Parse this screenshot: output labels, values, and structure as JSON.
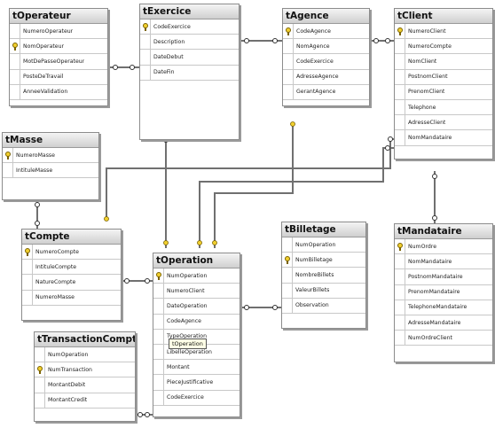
{
  "tables": [
    {
      "id": "toperateur",
      "name": "tOperateur",
      "fields": [
        {
          "label": "NumeroOperateur",
          "pk": false
        },
        {
          "label": "NomOperateur",
          "pk": true
        },
        {
          "label": "MotDePasseOperateur",
          "pk": false
        },
        {
          "label": "PosteDeTravail",
          "pk": false
        },
        {
          "label": "AnneeValidation",
          "pk": false
        }
      ]
    },
    {
      "id": "texercice",
      "name": "tExercice",
      "fields": [
        {
          "label": "CodeExercice",
          "pk": true
        },
        {
          "label": "Description",
          "pk": false
        },
        {
          "label": "DateDebut",
          "pk": false
        },
        {
          "label": "DateFin",
          "pk": false
        }
      ]
    },
    {
      "id": "tagence",
      "name": "tAgence",
      "fields": [
        {
          "label": "CodeAgence",
          "pk": true
        },
        {
          "label": "NomAgence",
          "pk": false
        },
        {
          "label": "CodeExercice",
          "pk": false
        },
        {
          "label": "AdresseAgence",
          "pk": false
        },
        {
          "label": "GerantAgence",
          "pk": false
        }
      ]
    },
    {
      "id": "tclient",
      "name": "tClient",
      "fields": [
        {
          "label": "NumeroClient",
          "pk": true
        },
        {
          "label": "NumeroCompte",
          "pk": false
        },
        {
          "label": "NomClient",
          "pk": false
        },
        {
          "label": "PostnomClient",
          "pk": false
        },
        {
          "label": "PrenomClient",
          "pk": false
        },
        {
          "label": "Telephone",
          "pk": false
        },
        {
          "label": "AdresseClient",
          "pk": false
        },
        {
          "label": "NomMandataire",
          "pk": false
        }
      ]
    },
    {
      "id": "tmasse",
      "name": "tMasse",
      "fields": [
        {
          "label": "NumeroMasse",
          "pk": true
        },
        {
          "label": "IntituleMasse",
          "pk": false
        }
      ]
    },
    {
      "id": "tcompte",
      "name": "tCompte",
      "fields": [
        {
          "label": "NumeroCompte",
          "pk": true
        },
        {
          "label": "IntituleCompte",
          "pk": false
        },
        {
          "label": "NatureCompte",
          "pk": false
        },
        {
          "label": "NumeroMasse",
          "pk": false
        }
      ]
    },
    {
      "id": "toperation",
      "name": "tOperation",
      "fields": [
        {
          "label": "NumOperation",
          "pk": true
        },
        {
          "label": "NumeroClient",
          "pk": false
        },
        {
          "label": "DateOperation",
          "pk": false
        },
        {
          "label": "CodeAgence",
          "pk": false
        },
        {
          "label": "TypeOperation",
          "pk": false
        },
        {
          "label": "LibelleOperation",
          "pk": false
        },
        {
          "label": "Montant",
          "pk": false
        },
        {
          "label": "PieceJustificative",
          "pk": false
        },
        {
          "label": "CodeExercice",
          "pk": false
        }
      ]
    },
    {
      "id": "tbilletage",
      "name": "tBilletage",
      "fields": [
        {
          "label": "NumOperation",
          "pk": false
        },
        {
          "label": "NumBilletage",
          "pk": true
        },
        {
          "label": "NombreBillets",
          "pk": false
        },
        {
          "label": "ValeurBillets",
          "pk": false
        },
        {
          "label": "Observation",
          "pk": false
        }
      ]
    },
    {
      "id": "tmandataire",
      "name": "tMandataire",
      "fields": [
        {
          "label": "NumOrdre",
          "pk": true
        },
        {
          "label": "NomMandataire",
          "pk": false
        },
        {
          "label": "PostnomMandataire",
          "pk": false
        },
        {
          "label": "PrenomMandataire",
          "pk": false
        },
        {
          "label": "TelephoneMandataire",
          "pk": false
        },
        {
          "label": "AdresseMandataire",
          "pk": false
        },
        {
          "label": "NumOrdreClient",
          "pk": false
        }
      ]
    },
    {
      "id": "ttransaction",
      "name": "tTransactionComptable",
      "fields": [
        {
          "label": "NumOperation",
          "pk": false
        },
        {
          "label": "NumTransaction",
          "pk": true
        },
        {
          "label": "MontantDebit",
          "pk": false
        },
        {
          "label": "MontantCredit",
          "pk": false
        }
      ]
    }
  ],
  "tooltip": "tOperation",
  "colors": {
    "line": "#707070",
    "key": "#f1cf2e",
    "header": "#dcdcdc"
  }
}
